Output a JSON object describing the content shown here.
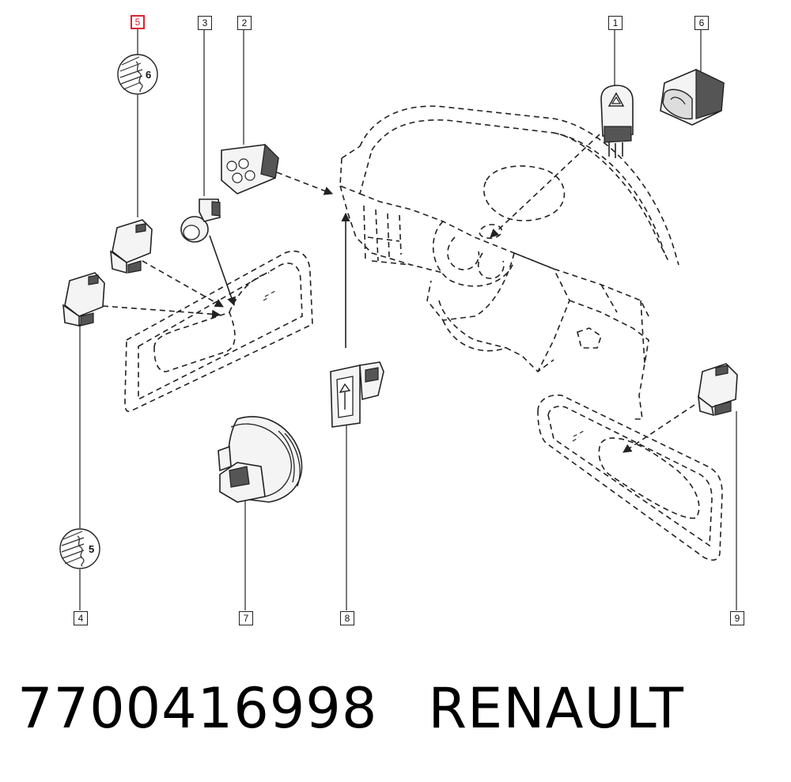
{
  "callouts": {
    "c1": "1",
    "c2": "2",
    "c3": "3",
    "c4": "4",
    "c5": "5",
    "c6": "6",
    "c7": "7",
    "c8": "8",
    "c9": "9"
  },
  "zoom_labels": {
    "upper": "6",
    "lower": "5"
  },
  "caption": {
    "part_number": "7700416998",
    "brand": "RENAULT"
  },
  "colors": {
    "line": "#222222",
    "highlight": "#d9232e",
    "part_fill": "#f3f3f3"
  },
  "icons": [
    "hazard-triangle-icon",
    "window-switch-icon"
  ]
}
